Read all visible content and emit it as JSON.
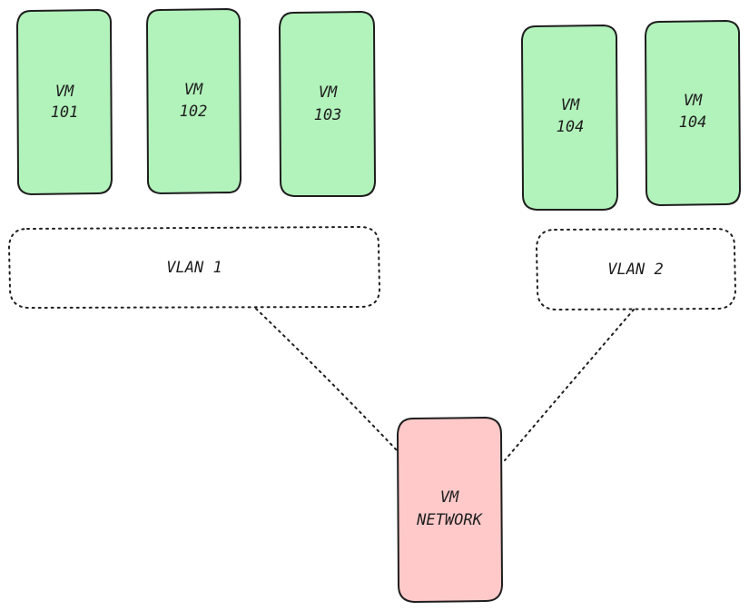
{
  "colors": {
    "vm_fill": "#b2f2bb",
    "network_fill": "#ffc9c9",
    "stroke": "#1e1e1e",
    "background": "#ffffff"
  },
  "vms": [
    {
      "line1": "VM",
      "line2": "101"
    },
    {
      "line1": "VM",
      "line2": "102"
    },
    {
      "line1": "VM",
      "line2": "103"
    },
    {
      "line1": "VM",
      "line2": "104"
    },
    {
      "line1": "VM",
      "line2": "104"
    }
  ],
  "vlans": [
    {
      "label": "VLAN 1"
    },
    {
      "label": "VLAN 2"
    }
  ],
  "network": {
    "line1": "VM",
    "line2": "NETWORK"
  }
}
